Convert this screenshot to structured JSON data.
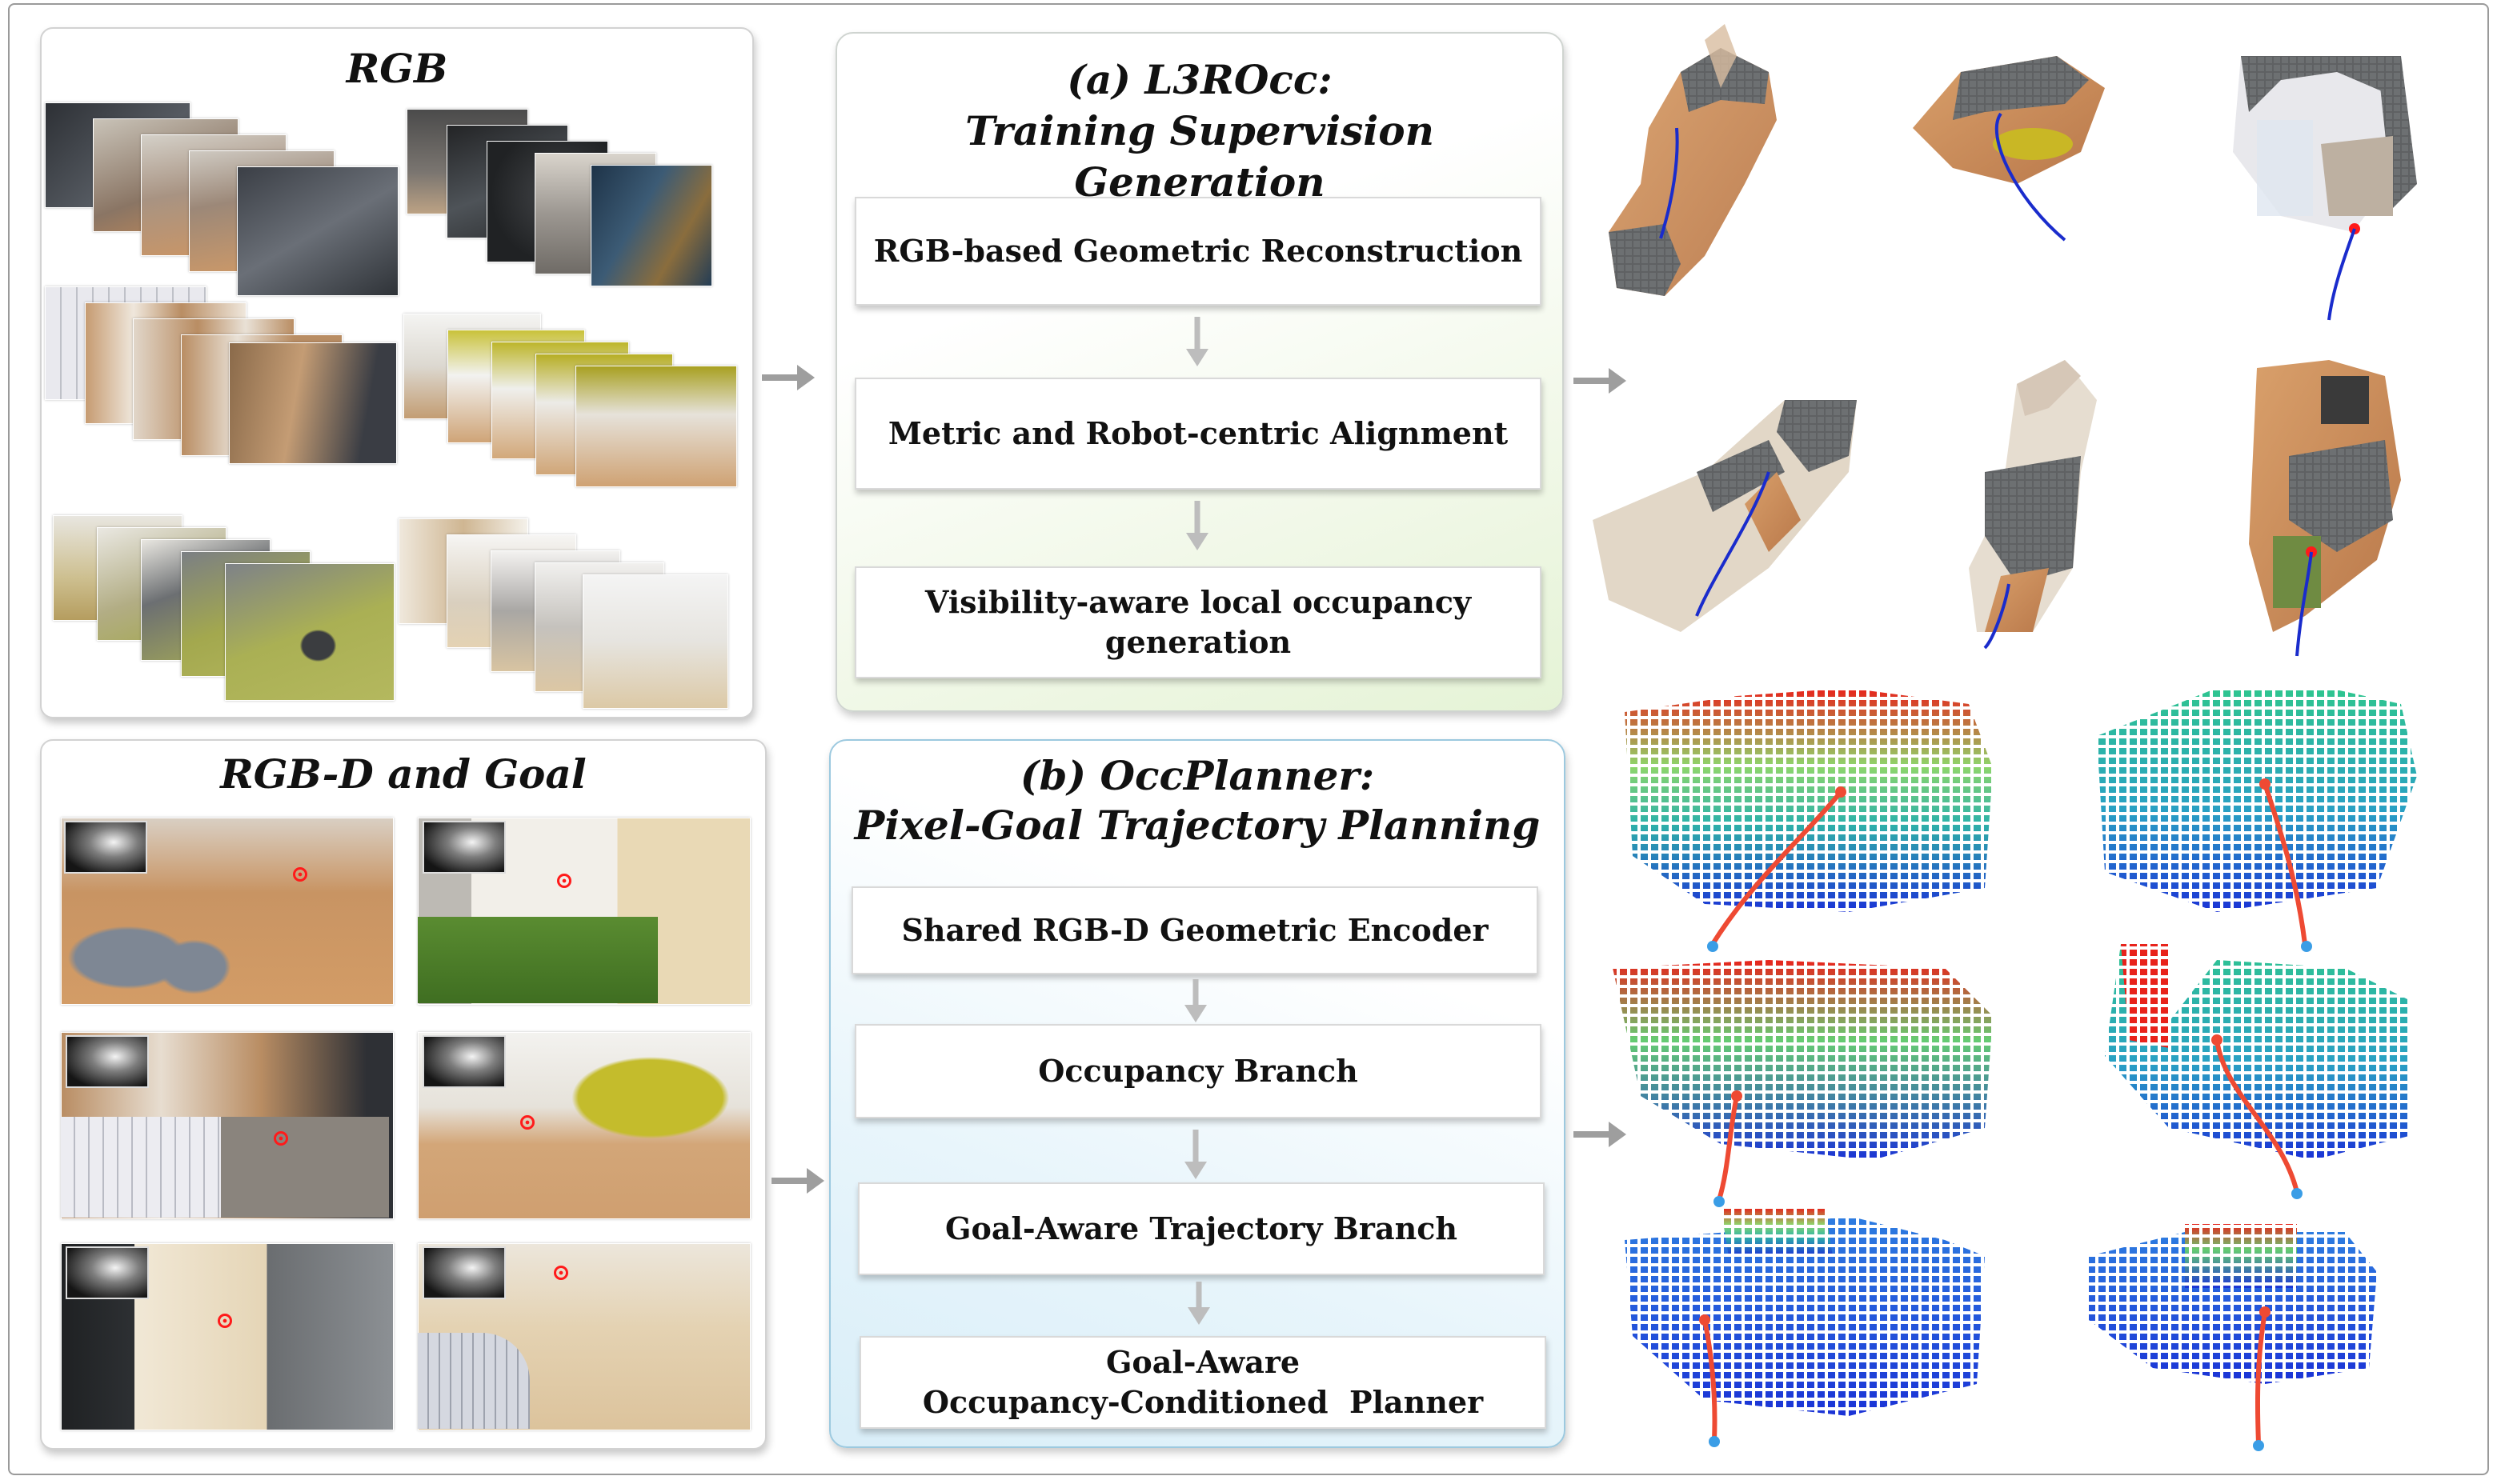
{
  "rgb_panel": {
    "title": "RGB"
  },
  "rgbd_panel": {
    "title": "RGB-D and Goal"
  },
  "module_a": {
    "title_line1": "(a) L3ROcc:",
    "title_line2": "Training Supervision Generation",
    "steps": [
      "RGB-based Geometric Reconstruction",
      "Metric and Robot-centric Alignment",
      "Visibility-aware local occupancy generation"
    ]
  },
  "module_b": {
    "title_line1": "(b) OccPlanner:",
    "title_line2": "Pixel-Goal Trajectory Planning",
    "steps": [
      "Shared RGB-D Geometric Encoder",
      "Occupancy Branch",
      "Goal-Aware Trajectory Branch"
    ],
    "final_step_line1": "Goal-Aware",
    "final_step_line2": "Occupancy-Conditioned  Planner"
  },
  "icons": {
    "arrow": "right-arrow-icon",
    "down": "down-arrow-icon",
    "goal": "goal-marker-icon"
  },
  "colors": {
    "arrow_gray": "#9e9e9e",
    "trajectory_blue": "#1a2ccc",
    "trajectory_red": "#ee4a33",
    "goal_marker": "#ff1a1a",
    "voxel_gray": "#5f6163",
    "green_gradient": "#e5f3d6",
    "blue_gradient": "#d9eef8"
  }
}
